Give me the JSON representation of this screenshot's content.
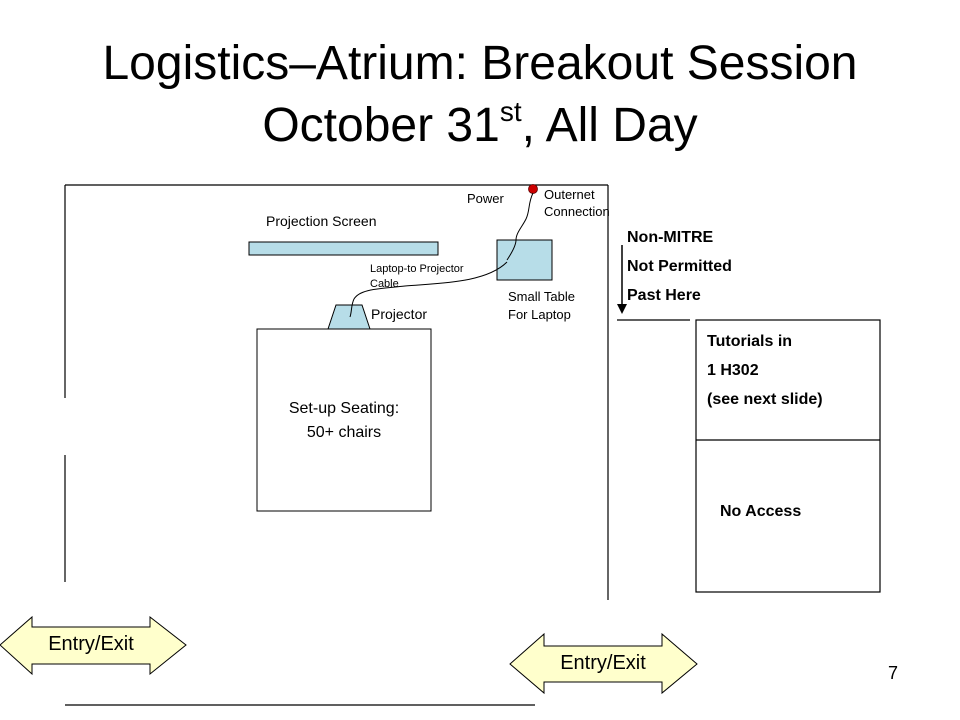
{
  "title": {
    "line1": "Logistics–Atrium: Breakout Session",
    "line2_prefix": "October 31",
    "line2_sup": "st",
    "line2_suffix": ", All Day"
  },
  "labels": {
    "power": "Power",
    "outernet_line1": "Outernet",
    "outernet_line2": "Connection",
    "projection_screen": "Projection Screen",
    "cable_line1": "Laptop-to Projector",
    "cable_line2": "Cable",
    "small_table_line1": "Small Table",
    "small_table_line2": "For Laptop",
    "projector": "Projector",
    "seating_line1": "Set-up Seating:",
    "seating_line2": "50+ chairs",
    "non_mitre_line1": "Non-MITRE",
    "non_mitre_line2": "Not Permitted",
    "non_mitre_line3": "Past Here",
    "tutorials_line1": "Tutorials in",
    "tutorials_line2": "1 H302",
    "tutorials_line3": "(see next slide)",
    "no_access": "No Access",
    "entry_exit_left": "Entry/Exit",
    "entry_exit_right": "Entry/Exit"
  },
  "page_number": "7",
  "colors": {
    "fill_light_blue": "#b7dde8",
    "arrow_fill": "#ffffcc",
    "power_dot": "#cc0000"
  }
}
